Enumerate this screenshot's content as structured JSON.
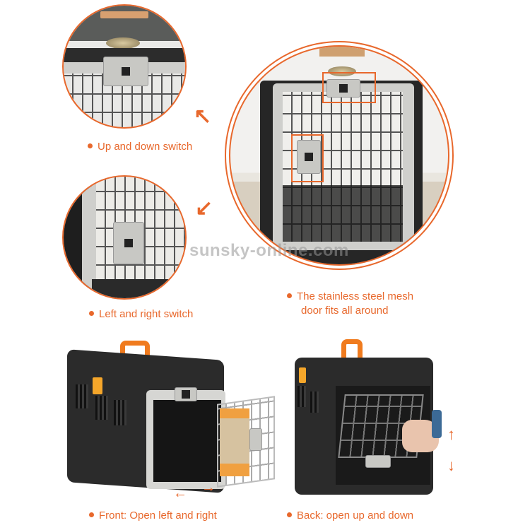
{
  "features": {
    "up_down_switch": "Up and down switch",
    "left_right_switch": "Left and right switch",
    "mesh_door_line1": "The stainless steel mesh",
    "mesh_door_line2": "door fits all around",
    "front": "Front: Open left and right",
    "back": "Back: open up and down"
  },
  "watermark": "sunsky-online.com",
  "icons": {
    "arrow_up_left": "↖",
    "arrow_down_left": "↙",
    "arrow_left": "←",
    "arrow_right": "→",
    "arrow_up": "↑",
    "arrow_down": "↓"
  },
  "colors": {
    "accent": "#e8682c",
    "carrier_body": "#2b2b2b",
    "handle": "#f07b1e",
    "door_frame": "#d6d6d3"
  }
}
